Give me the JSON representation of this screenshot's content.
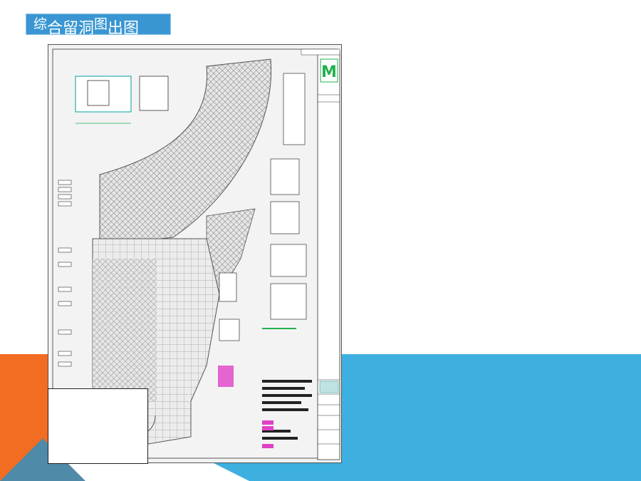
{
  "slide": {
    "title_part1": "综",
    "title_part2": "合留洞",
    "title_part3": "图",
    "title_part4": "出图",
    "colors": {
      "title_bg": "#3a96d2",
      "accent_orange": "#f26c22",
      "accent_blue": "#3db0e0",
      "accent_grey": "#4f8aa8",
      "drawing_bg": "#f3f3f3",
      "legend_green": "#22b14c",
      "highlight_magenta": "#e040c8"
    }
  },
  "drawing": {
    "legend_mark": "M"
  }
}
